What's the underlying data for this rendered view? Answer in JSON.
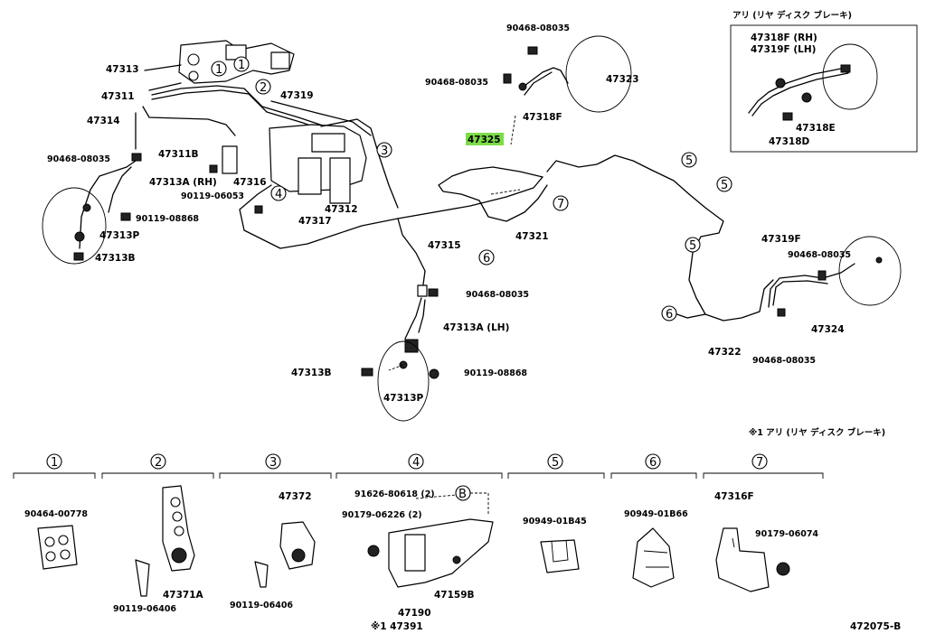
{
  "labels": {
    "p47313": "47313",
    "p47311": "47311",
    "p47314": "47314",
    "p90468_a": "90468-08035",
    "p47311B": "47311B",
    "p47313A_rh": "47313A (RH)",
    "p90119_06053": "90119-06053",
    "p47316": "47316",
    "p90119_08868_a": "90119-08868",
    "p47313P_a": "47313P",
    "p47313B_a": "47313B",
    "p47319": "47319",
    "p47317": "47317",
    "p47312": "47312",
    "p47315": "47315",
    "p90468_b": "90468-08035",
    "p47313A_lh": "47313A (LH)",
    "p47313B_b": "47313B",
    "p90119_08868_b": "90119-08868",
    "p47313P_b": "47313P",
    "p90468_top": "90468-08035",
    "p90468_mid": "90468-08035",
    "p47318F": "47318F",
    "p47323": "47323",
    "p47325": "47325",
    "p47321": "47321",
    "p47319F": "47319F",
    "p90468_r1": "90468-08035",
    "p47324": "47324",
    "p47322": "47322",
    "p90468_r2": "90468-08035"
  },
  "inset": {
    "title": "アリ (リヤ ディスク ブレーキ)",
    "p47318F_rh": "47318F (RH)",
    "p47319F_lh": "47319F (LH)",
    "p47318E": "47318E",
    "p47318D": "47318D"
  },
  "note": "※1 アリ (リヤ ディスク ブレーキ)",
  "callouts": {
    "c1": "1",
    "c2": "2",
    "c3": "3",
    "c4": "4",
    "c5": "5",
    "c6": "6",
    "c7": "7"
  },
  "bottom": {
    "s1_part": "90464-00778",
    "s2_a": "90119-06406",
    "s2_b": "47371A",
    "s3_a": "47372",
    "s3_b": "90119-06406",
    "s4_a": "91626-80618 (2)",
    "s4_b": "90179-06226 (2)",
    "s4_c": "47190",
    "s4_d": "※1 47391",
    "s4_e": "47159B",
    "s4_B": "B",
    "s5_part": "90949-01B45",
    "s6_part": "90949-01B66",
    "s7_a": "47316F",
    "s7_b": "90179-06074"
  },
  "diagram_id": "472075-B",
  "colors": {
    "highlight": "#7ddc4a",
    "ink": "#000000"
  }
}
